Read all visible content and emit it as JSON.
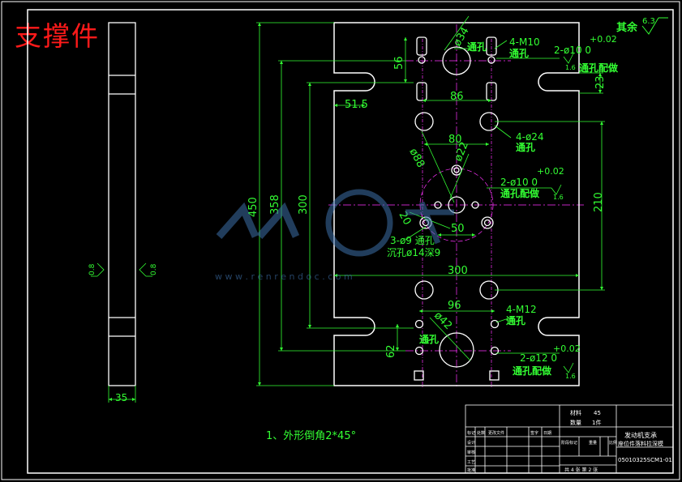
{
  "title": "支撑件",
  "note": "1、外形倒角2*45°",
  "roughness": {
    "prefix": "其余",
    "value": "6.3",
    "left_value": "0.8",
    "right_value": "0.8"
  },
  "watermark": {
    "text": "人人文库",
    "url": "w w w . r e n r e n d o c . c o m"
  },
  "dimensions": {
    "d450": "450",
    "d358": "358",
    "d300v": "300",
    "d56": "56",
    "d23": "23",
    "d51_5": "51.5",
    "d86": "86",
    "d80": "80",
    "d210": "210",
    "d50": "50",
    "d300h": "300",
    "d96": "96",
    "d62": "62",
    "d35": "35",
    "phi34": "ø34",
    "phi88": "ø88",
    "phi22": "ø22",
    "r20": "20",
    "phi42": "ø42"
  },
  "callouts": {
    "m10": "4-M10",
    "m10_sub": "通孔",
    "phi10_top": "2-ø10  0",
    "phi10_top_tol": "+0.02",
    "phi10_top_sub": "通孔配做",
    "phi10_top_ra": "1.6",
    "phi24": "4-ø24",
    "phi24_sub": "通孔",
    "phi10_mid": "2-ø10  0",
    "phi10_mid_tol": "+0.02",
    "phi10_mid_sub": "通孔配做",
    "phi10_mid_ra": "1.6",
    "phi9": "3-ø9 通孔",
    "phi9_sub": "沉孔ø14深9",
    "m12": "4-M12",
    "m12_sub": "通孔",
    "phi12": "2-ø12  0",
    "phi12_tol": "+0.02",
    "phi12_sub": "通孔配做",
    "phi12_ra": "1.6",
    "thru_left_top": "通孔",
    "thru_left_bottom": "通孔"
  },
  "title_block": {
    "material_label": "材料",
    "material_value": "45",
    "qty_label": "数量",
    "qty_value": "1件",
    "part_name_1": "发动机支承",
    "part_name_2": "座位件落料拉深模",
    "drawing_no": "05010325SCM1-01",
    "sheet": "共 4 张  第 2 张",
    "row_labels": [
      "标记",
      "处数",
      "更改文件",
      "签字",
      "日期"
    ],
    "sign_labels": [
      "设计",
      "审核",
      "工艺",
      "批准"
    ],
    "col_labels": [
      "阶段标记",
      "重量",
      "比例"
    ]
  }
}
